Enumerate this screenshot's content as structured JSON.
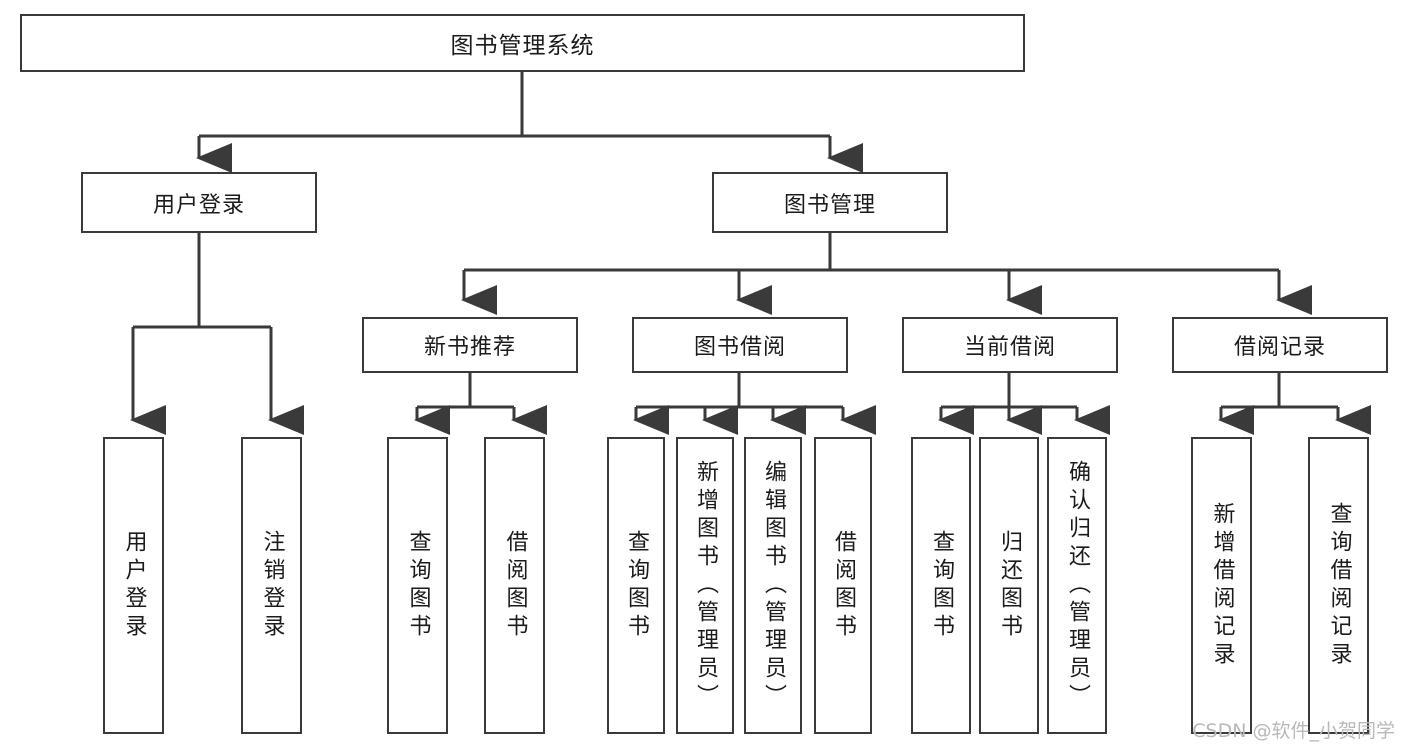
{
  "diagram": {
    "type": "tree",
    "title": "图书管理系统",
    "orientation": "top-down",
    "levels": 4,
    "nodes": {
      "root": {
        "label": "图书管理系统",
        "level": 1
      },
      "l2": [
        {
          "id": "user-login",
          "label": "用户登录",
          "level": 2
        },
        {
          "id": "book-manage",
          "label": "图书管理",
          "level": 2
        }
      ],
      "l3": [
        {
          "id": "new-book-rec",
          "label": "新书推荐",
          "level": 3,
          "parent": "book-manage"
        },
        {
          "id": "book-borrow",
          "label": "图书借阅",
          "level": 3,
          "parent": "book-manage"
        },
        {
          "id": "current-borrow",
          "label": "当前借阅",
          "level": 3,
          "parent": "book-manage"
        },
        {
          "id": "borrow-record",
          "label": "借阅记录",
          "level": 3,
          "parent": "book-manage"
        }
      ],
      "leaves": [
        {
          "id": "leaf-user-login",
          "label": "用户登录",
          "parent": "user-login"
        },
        {
          "id": "leaf-logout",
          "label": "注销登录",
          "parent": "user-login"
        },
        {
          "id": "leaf-query-book-1",
          "label": "查询图书",
          "parent": "new-book-rec"
        },
        {
          "id": "leaf-borrow-book-1",
          "label": "借阅图书",
          "parent": "new-book-rec"
        },
        {
          "id": "leaf-query-book-2",
          "label": "查询图书",
          "parent": "book-borrow"
        },
        {
          "id": "leaf-add-book",
          "label": "新增图书（管理员）",
          "parent": "book-borrow"
        },
        {
          "id": "leaf-edit-book",
          "label": "编辑图书（管理员）",
          "parent": "book-borrow"
        },
        {
          "id": "leaf-borrow-book-2",
          "label": "借阅图书",
          "parent": "book-borrow"
        },
        {
          "id": "leaf-query-book-3",
          "label": "查询图书",
          "parent": "current-borrow"
        },
        {
          "id": "leaf-return-book",
          "label": "归还图书",
          "parent": "current-borrow"
        },
        {
          "id": "leaf-confirm-return",
          "label": "确认归还（管理员）",
          "parent": "current-borrow"
        },
        {
          "id": "leaf-add-record",
          "label": "新增借阅记录",
          "parent": "borrow-record"
        },
        {
          "id": "leaf-query-record",
          "label": "查询借阅记录",
          "parent": "borrow-record"
        }
      ]
    },
    "colors": {
      "box_border": "#3a3a3a",
      "box_fill": "#ffffff",
      "connector": "#3a3a3a",
      "text": "#1b1b1b",
      "watermark": "#b9b9b9"
    }
  },
  "watermark": {
    "text": "CSDN @软件_小贺同学"
  }
}
